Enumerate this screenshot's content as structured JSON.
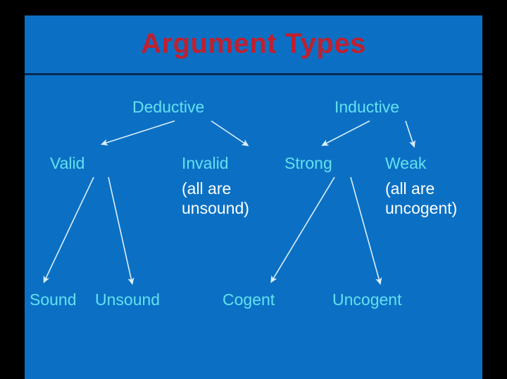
{
  "slide": {
    "title": "Argument Types",
    "background_color": "#0B70C4",
    "title_color": "#C0202F",
    "accent_color": "#63E0F0",
    "note_color": "#FFFFFF",
    "divider_color": "#0A2A52",
    "letterbox_color": "#000000"
  },
  "nodes": {
    "deductive": "Deductive",
    "inductive": "Inductive",
    "valid": "Valid",
    "invalid": "Invalid",
    "strong": "Strong",
    "weak": "Weak",
    "sound": "Sound",
    "unsound": "Unsound",
    "cogent": "Cogent",
    "uncogent": "Uncogent"
  },
  "notes": {
    "invalid_line1": "(all are",
    "invalid_line2": "unsound)",
    "weak_line1": "(all are",
    "weak_line2": "uncogent)"
  },
  "chart_data": {
    "type": "diagram",
    "title": "Argument Types",
    "layout": "tree",
    "levels": [
      [
        "Deductive",
        "Inductive"
      ],
      [
        "Valid",
        "Invalid",
        "Strong",
        "Weak"
      ],
      [
        "Sound",
        "Unsound",
        "Cogent",
        "Uncogent"
      ]
    ],
    "edges": [
      {
        "from": "Deductive",
        "to": "Valid"
      },
      {
        "from": "Deductive",
        "to": "Invalid"
      },
      {
        "from": "Inductive",
        "to": "Strong"
      },
      {
        "from": "Inductive",
        "to": "Weak"
      },
      {
        "from": "Valid",
        "to": "Sound"
      },
      {
        "from": "Valid",
        "to": "Unsound"
      },
      {
        "from": "Strong",
        "to": "Cogent"
      },
      {
        "from": "Strong",
        "to": "Uncogent"
      }
    ],
    "annotations": [
      {
        "node": "Invalid",
        "text": "(all are unsound)"
      },
      {
        "node": "Weak",
        "text": "(all are uncogent)"
      }
    ]
  }
}
